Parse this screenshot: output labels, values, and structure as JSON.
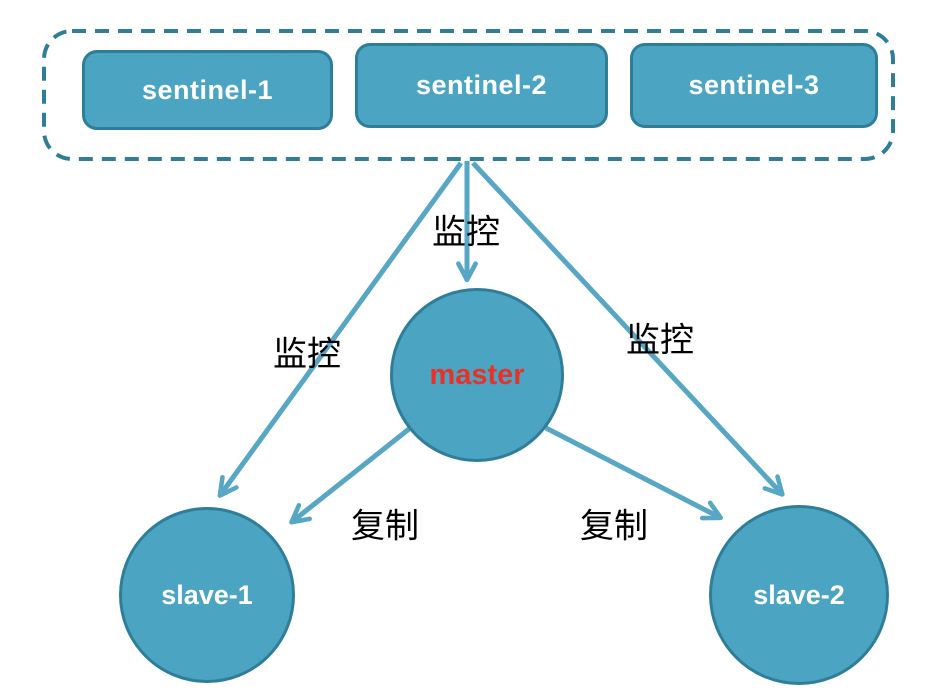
{
  "sentinels": [
    {
      "label": "sentinel-1"
    },
    {
      "label": "sentinel-2"
    },
    {
      "label": "sentinel-3"
    }
  ],
  "nodes": {
    "master": {
      "label": "master"
    },
    "slave1": {
      "label": "slave-1"
    },
    "slave2": {
      "label": "slave-2"
    }
  },
  "edges": {
    "monitor_master": {
      "label": "监控"
    },
    "monitor_slave1": {
      "label": "监控"
    },
    "monitor_slave2": {
      "label": "监控"
    },
    "replicate_slave1": {
      "label": "复制"
    },
    "replicate_slave2": {
      "label": "复制"
    }
  },
  "colors": {
    "node_fill": "#4BA4C1",
    "node_border": "#2F7E99",
    "dashed_border": "#2F7E99",
    "arrow": "#57A6C4",
    "master_label": "#E93127",
    "node_label": "#FFFFFF",
    "edge_label": "#000000"
  }
}
